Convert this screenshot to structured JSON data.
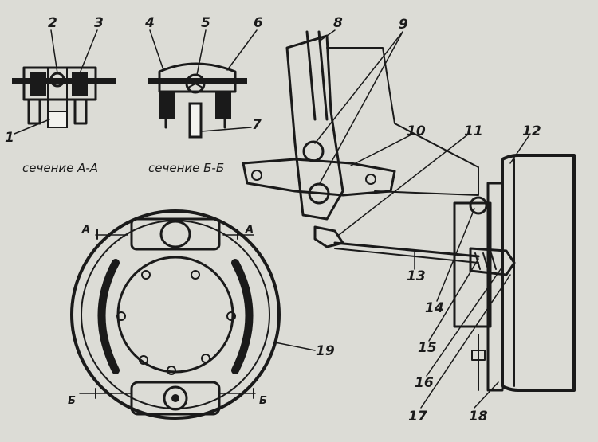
{
  "captions": {
    "section_a": "сечение А-А",
    "section_b": "сечение Б-Б"
  },
  "section_marks": {
    "a_left": "А",
    "a_right": "А",
    "b_left": "Б",
    "b_right": "Б"
  },
  "callouts": [
    {
      "id": "1",
      "label": "1"
    },
    {
      "id": "2",
      "label": "2"
    },
    {
      "id": "3",
      "label": "3"
    },
    {
      "id": "4",
      "label": "4"
    },
    {
      "id": "5",
      "label": "5"
    },
    {
      "id": "6",
      "label": "6"
    },
    {
      "id": "7",
      "label": "7"
    },
    {
      "id": "8",
      "label": "8"
    },
    {
      "id": "9",
      "label": "9"
    },
    {
      "id": "10",
      "label": "10"
    },
    {
      "id": "11",
      "label": "11"
    },
    {
      "id": "12",
      "label": "12"
    },
    {
      "id": "13",
      "label": "13"
    },
    {
      "id": "14",
      "label": "14"
    },
    {
      "id": "15",
      "label": "15"
    },
    {
      "id": "16",
      "label": "16"
    },
    {
      "id": "17",
      "label": "17"
    },
    {
      "id": "18",
      "label": "18"
    },
    {
      "id": "19",
      "label": "19"
    }
  ]
}
